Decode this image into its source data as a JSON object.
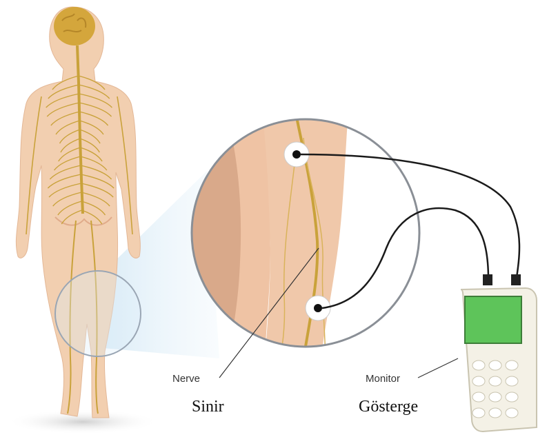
{
  "labels": {
    "nerve_en": "Nerve",
    "nerve_tr": "Sinir",
    "monitor_en": "Monitor",
    "monitor_tr": "Gösterge"
  },
  "colors": {
    "skin": "#f2cfb0",
    "skin_shadow": "#e0b090",
    "nerve": "#c9a23a",
    "brain": "#d4a63c",
    "cable": "#1a1a1a",
    "device_body": "#f4f1e6",
    "screen": "#5ec45a",
    "magnifier": "#9aa6b4"
  },
  "icons": {
    "electrode": "electrode-pad-icon",
    "device": "handheld-monitor-icon"
  }
}
